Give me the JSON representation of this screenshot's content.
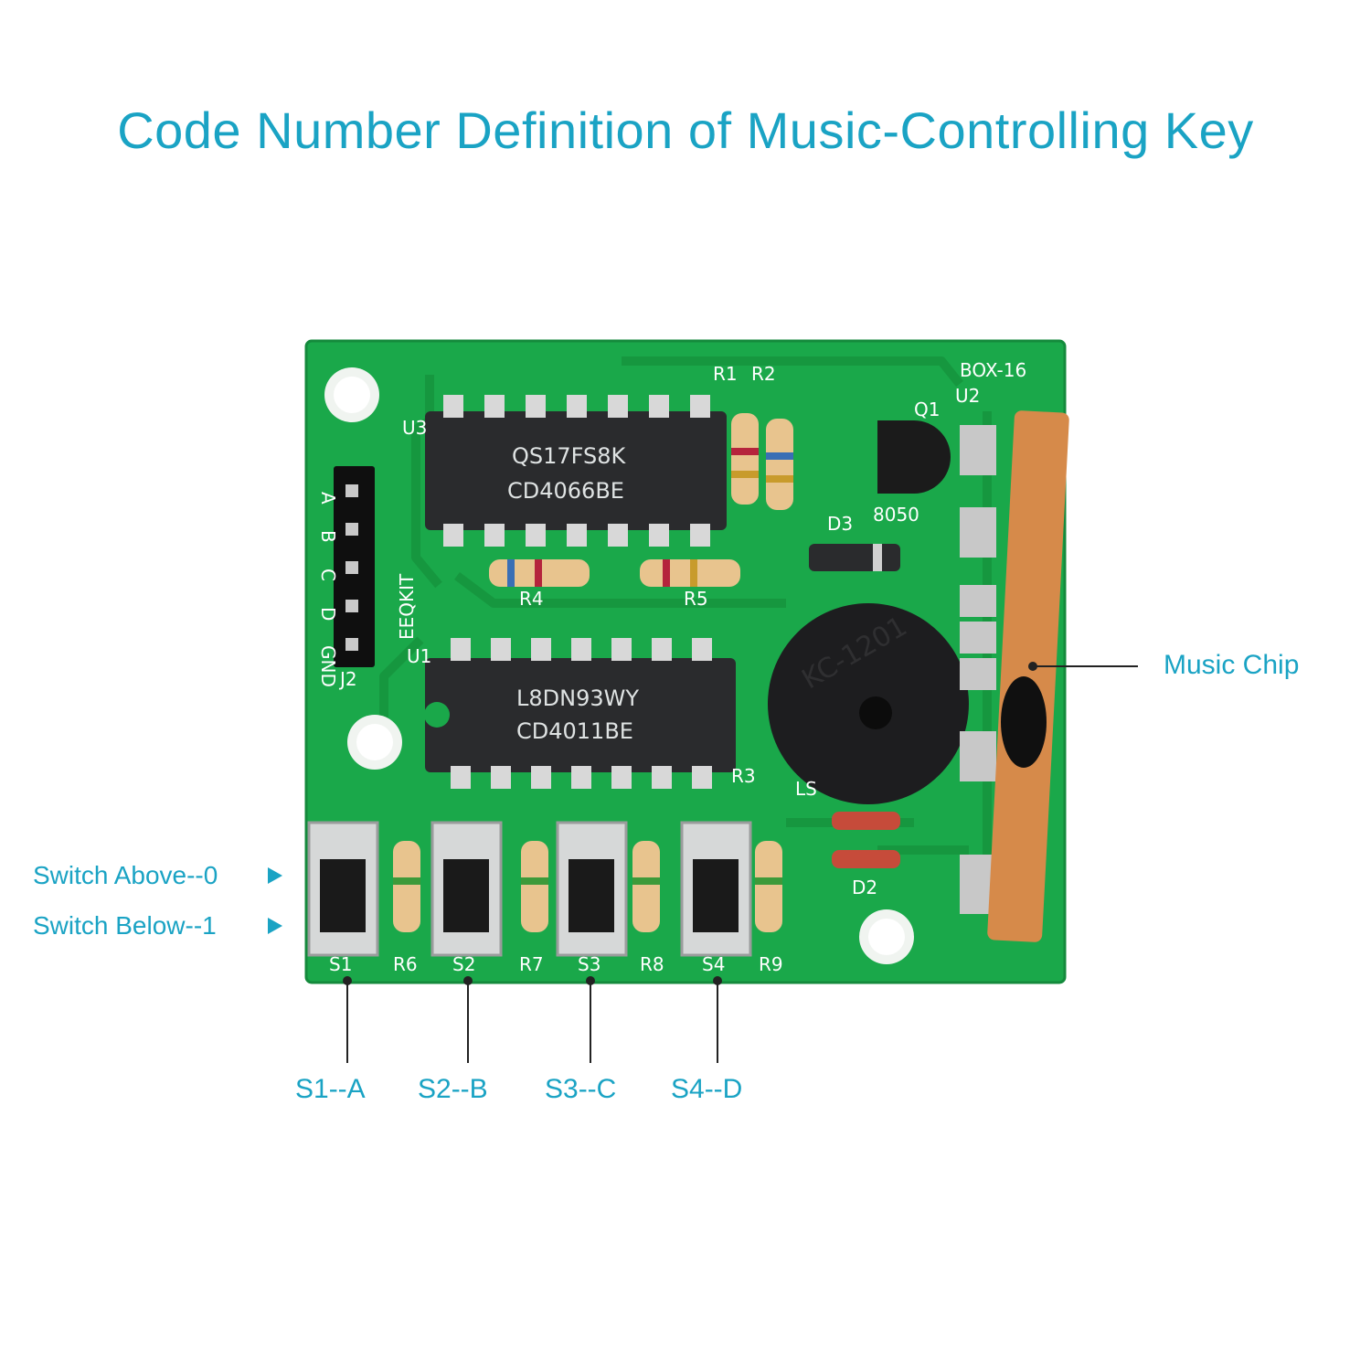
{
  "title": "Code Number Definition of Music-Controlling Key",
  "legend": {
    "above": "Switch Above--0",
    "below": "Switch Below--1"
  },
  "callouts": {
    "music_chip": "Music Chip",
    "s1": "S1--A",
    "s2": "S2--B",
    "s3": "S3--C",
    "s4": "S4--D"
  },
  "board": {
    "brand": "EEQKIT",
    "chip_u3_line1": "QS17FS8K",
    "chip_u3_line2": "CD4066BE",
    "chip_u1_line1": "L8DN93WY",
    "chip_u1_line2": "CD4011BE",
    "u3": "U3",
    "u1": "U1",
    "u2": "U2",
    "box": "BOX-16",
    "q1": "Q1",
    "q1_part": "8050",
    "d3": "D3",
    "d2": "D2",
    "ls": "LS",
    "r1": "R1",
    "r2": "R2",
    "r3": "R3",
    "r4": "R4",
    "r5": "R5",
    "r6": "R6",
    "r7": "R7",
    "r8": "R8",
    "r9": "R9",
    "s1": "S1",
    "s2": "S2",
    "s3": "S3",
    "s4": "S4",
    "j2": "J2",
    "buzzer": "KC-1201",
    "header_labels": [
      "A",
      "B",
      "C",
      "D",
      "GND"
    ]
  }
}
